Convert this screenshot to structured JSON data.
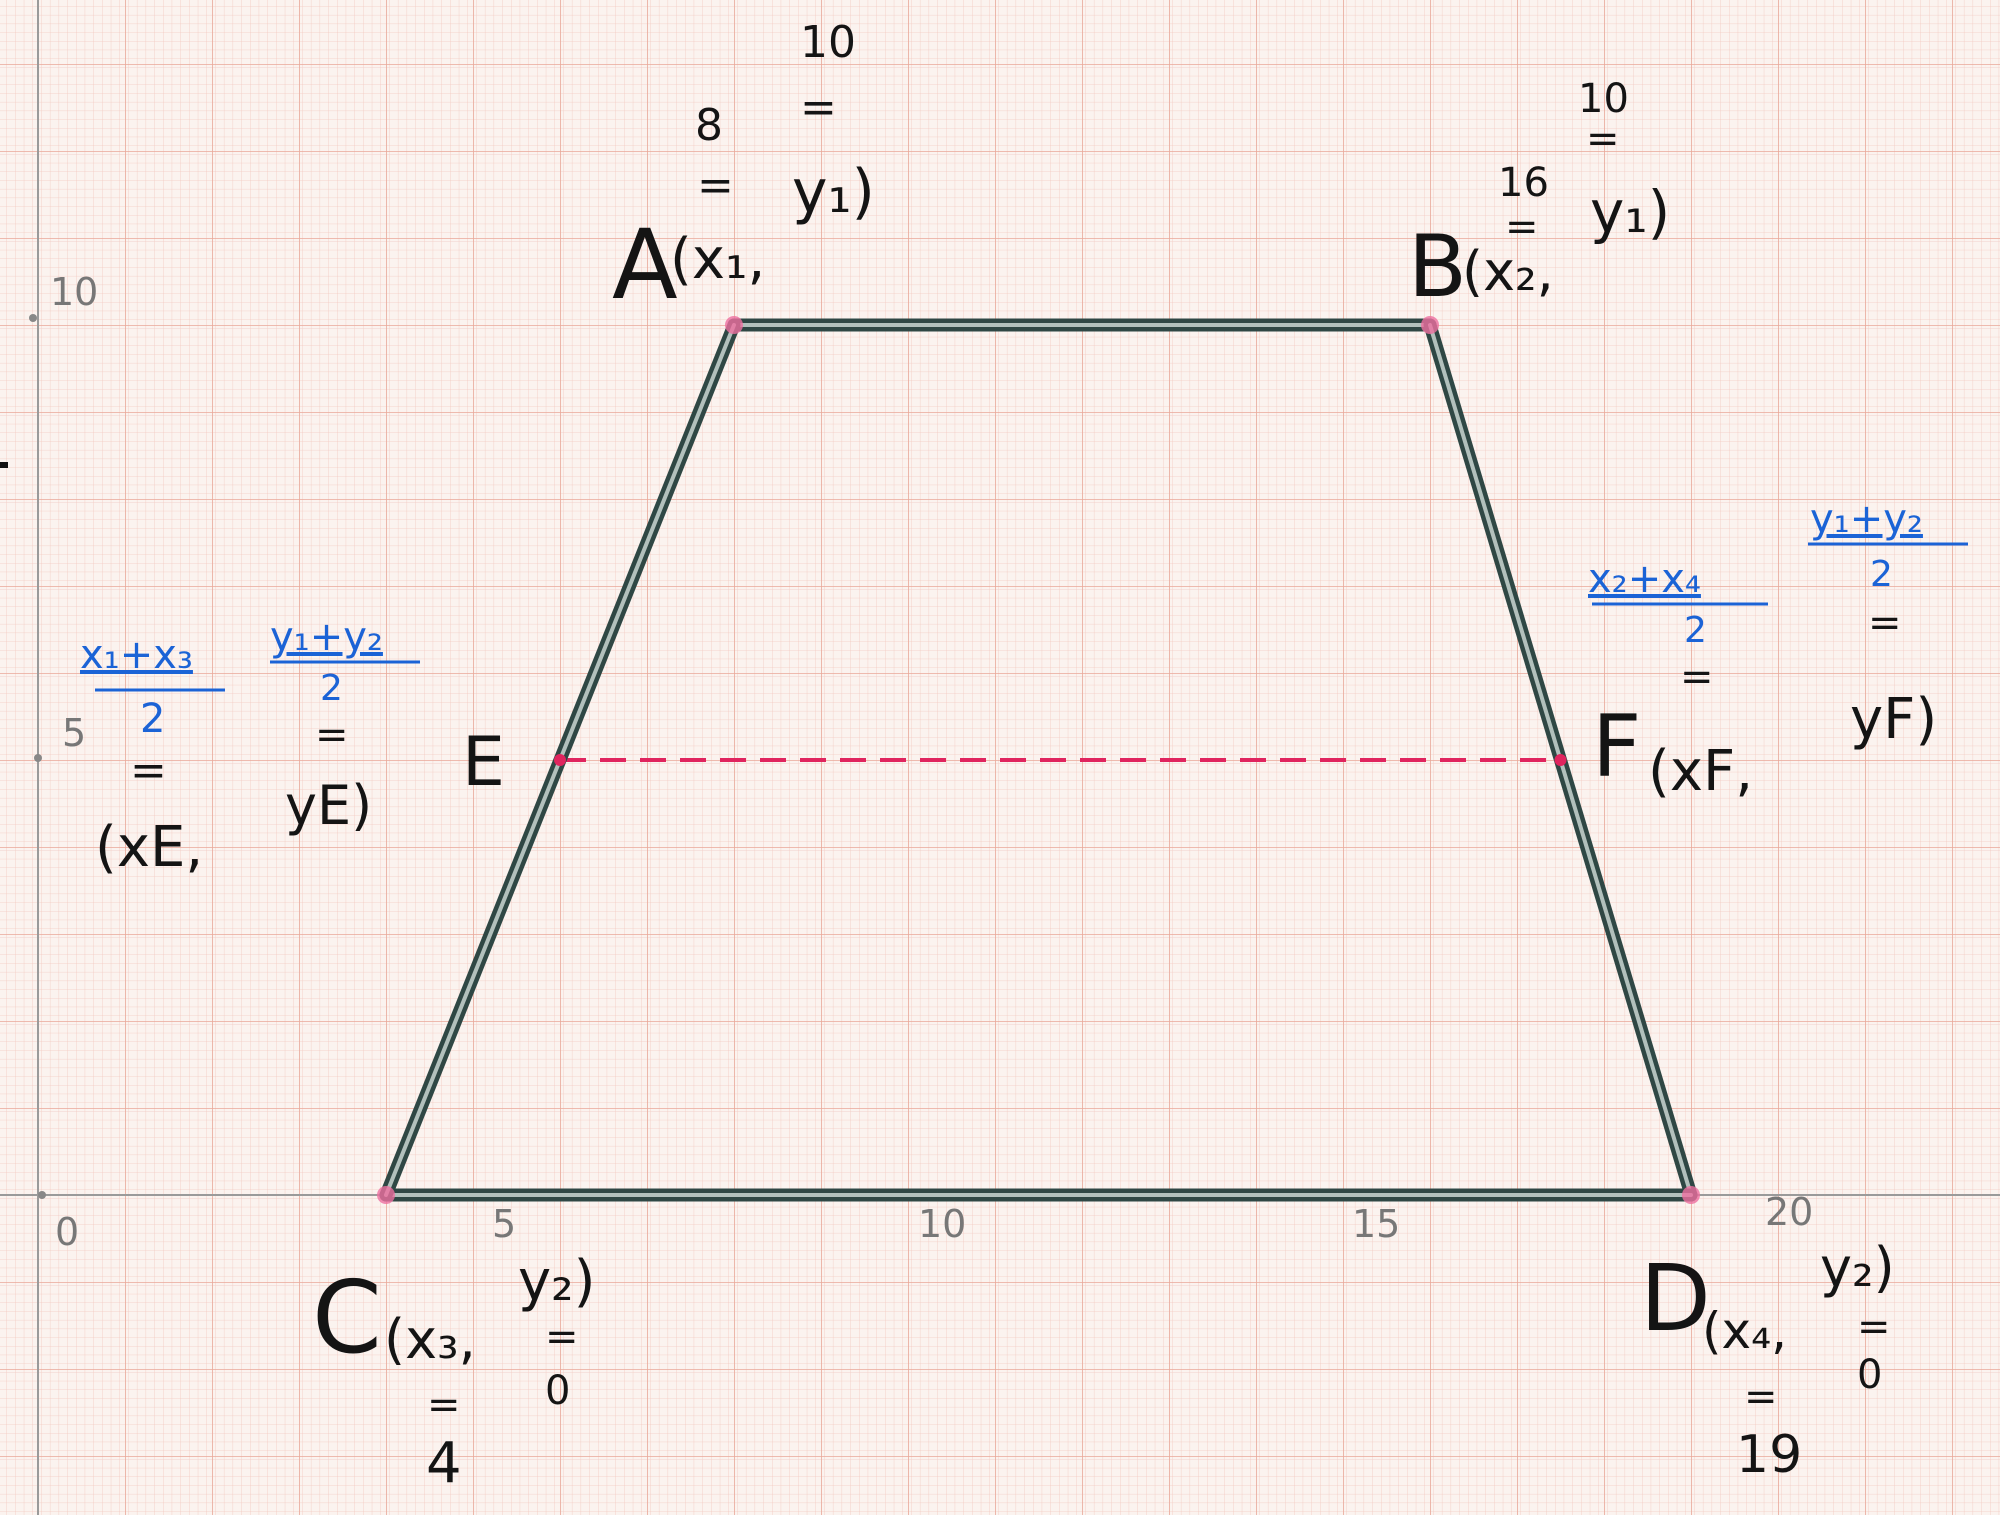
{
  "grid": {
    "minor_color": "#f2c9bf",
    "major_color": "#e9a899",
    "axis_color": "#9a9a9a",
    "paper_color": "#fbf3ef"
  },
  "axes": {
    "x_ticks": [
      "0",
      "5",
      "10",
      "15",
      "20"
    ],
    "y_ticks": [
      "5",
      "10"
    ]
  },
  "points": {
    "A": {
      "label": "A",
      "x": 8,
      "y": 10
    },
    "B": {
      "label": "B",
      "x": 16,
      "y": 10
    },
    "C": {
      "label": "C",
      "x": 4,
      "y": 0
    },
    "D": {
      "label": "D",
      "x": 19,
      "y": 0
    },
    "E": {
      "label": "E",
      "x": 6,
      "y": 5
    },
    "F": {
      "label": "F",
      "x": 17.5,
      "y": 5
    }
  },
  "annotations": {
    "A": {
      "open": "(",
      "x_sym": "x₁,",
      "y_sym": "y₁)",
      "x_val": "8",
      "y_val": "10",
      "eq": "="
    },
    "B": {
      "open": "(",
      "x_sym": "x₂,",
      "y_sym": "y₁)",
      "x_val": "16",
      "y_val": "10",
      "eq": "="
    },
    "C": {
      "open": "(",
      "x_sym": "x₃,",
      "y_sym": "y₂)",
      "x_val": "4",
      "y_val": "0",
      "eq": "="
    },
    "D": {
      "open": "(",
      "x_sym": "x₄,",
      "y_sym": "y₂)",
      "x_val": "19",
      "y_val": "0",
      "eq": "="
    },
    "E": {
      "x_num": "x₁+x₃",
      "y_num": "y₁+y₂",
      "den": "2",
      "eq": "=",
      "x_sym": "(xE,",
      "y_sym": "yE)"
    },
    "F": {
      "x_num": "x₂+x₄",
      "y_num": "y₁+y₂",
      "den": "2",
      "eq": "=",
      "x_sym": "(xF,",
      "y_sym": "yF)"
    }
  },
  "colors": {
    "rod": "#3c5a56",
    "rod_highlight": "#c9d6d2",
    "dashed": "#e0245e",
    "joint": "#ee6fa0",
    "ink_black": "#141414",
    "ink_blue": "#1b63d6"
  }
}
